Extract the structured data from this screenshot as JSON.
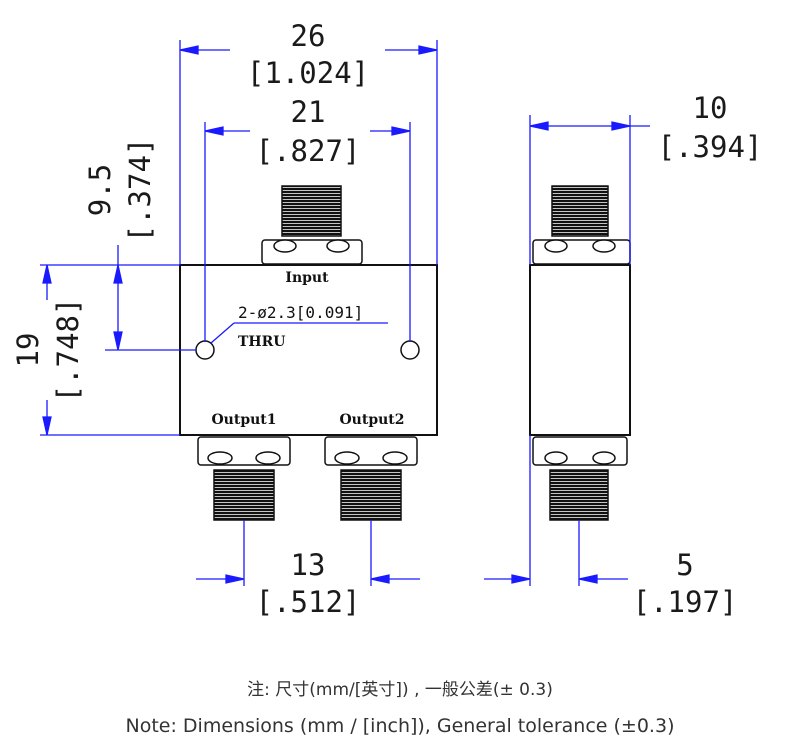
{
  "drawing": {
    "body_labels": {
      "input": "Input",
      "output1": "Output1",
      "output2": "Output2"
    },
    "hole_callout": {
      "spec": "2-ø2.3[0.091]",
      "type": "THRU"
    },
    "dimensions": {
      "overall_width": {
        "mm": "26",
        "inch": "[1.024]"
      },
      "hole_spacing": {
        "mm": "21",
        "inch": "[.827]"
      },
      "hole_offset": {
        "mm": "9.5",
        "inch": "[.374]"
      },
      "body_height": {
        "mm": "19",
        "inch": "[.748]"
      },
      "output_spacing": {
        "mm": "13",
        "inch": "[.512]"
      },
      "body_depth": {
        "mm": "10",
        "inch": "[.394]"
      },
      "connector_offset": {
        "mm": "5",
        "inch": "[.197]"
      }
    },
    "colors": {
      "dimension_line": "#1a1aff",
      "outline": "#111111",
      "body_fill": "#ffffff"
    }
  },
  "notes": {
    "chinese": "注: 尺寸(mm/[英寸]) , 一般公差(± 0.3)",
    "english": "Note: Dimensions (mm / [inch]), General tolerance (±0.3)"
  }
}
